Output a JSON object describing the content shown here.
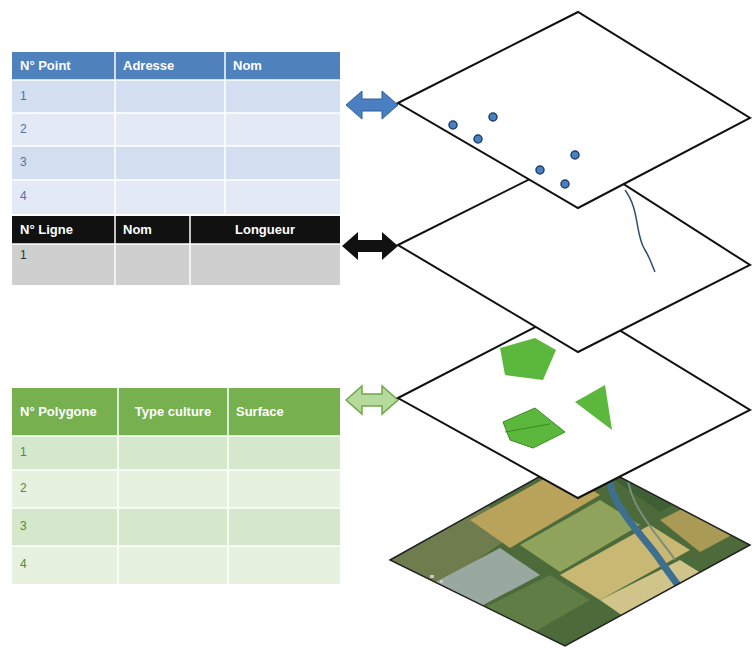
{
  "diagram": {
    "labels": [
      "N° Point",
      "Adresse",
      "Nom",
      "1",
      "2",
      "3",
      "4",
      "N° Ligne",
      "Nom",
      "Longueur",
      "1",
      "N° Polygone",
      "Type culture",
      "Surface",
      "1",
      "2",
      "3",
      "4"
    ]
  }
}
